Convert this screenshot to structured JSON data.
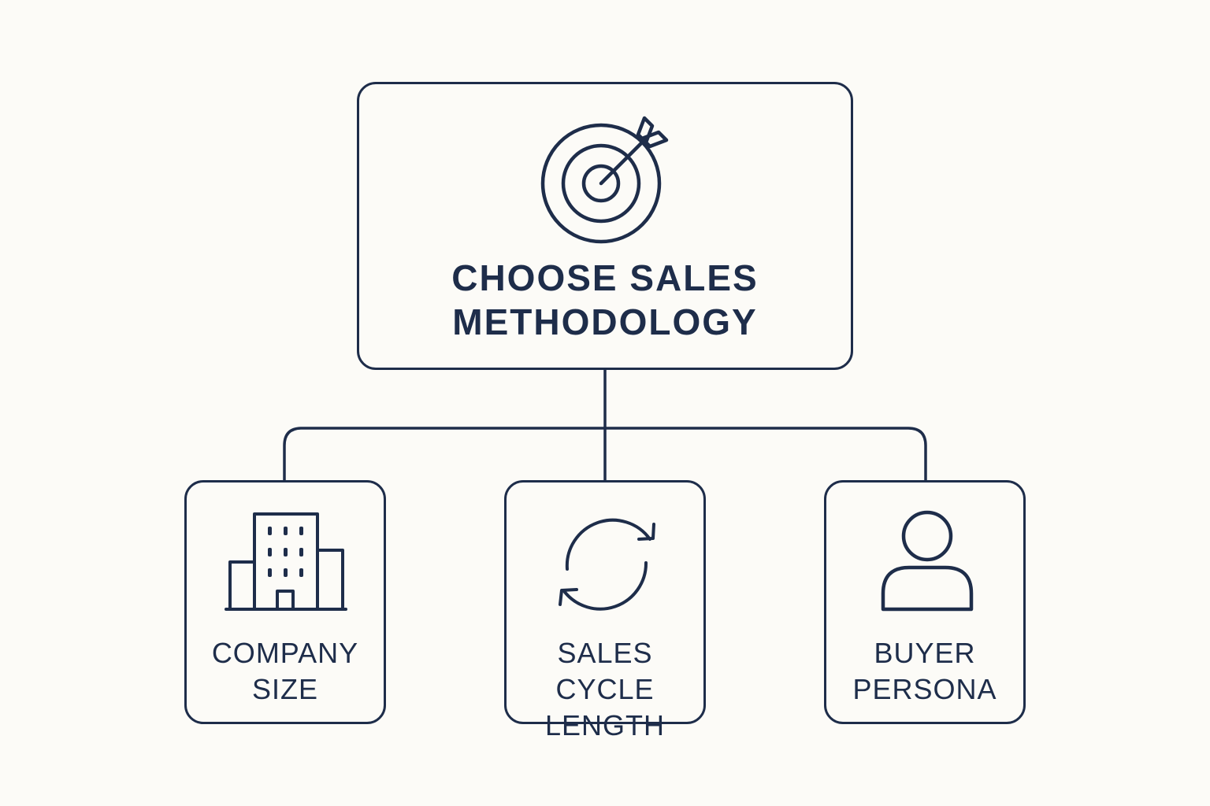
{
  "colors": {
    "background": "#fcfbf7",
    "stroke": "#1e2d4a"
  },
  "root": {
    "title_line1": "CHOOSE SALES",
    "title_line2": "METHODOLOGY",
    "icon": "target-arrow-icon"
  },
  "children": [
    {
      "line1": "COMPANY",
      "line2": "SIZE",
      "icon": "building-icon"
    },
    {
      "line1": "SALES CYCLE",
      "line2": "LENGTH",
      "icon": "cycle-arrows-icon"
    },
    {
      "line1": "BUYER",
      "line2": "PERSONA",
      "icon": "person-icon"
    }
  ]
}
